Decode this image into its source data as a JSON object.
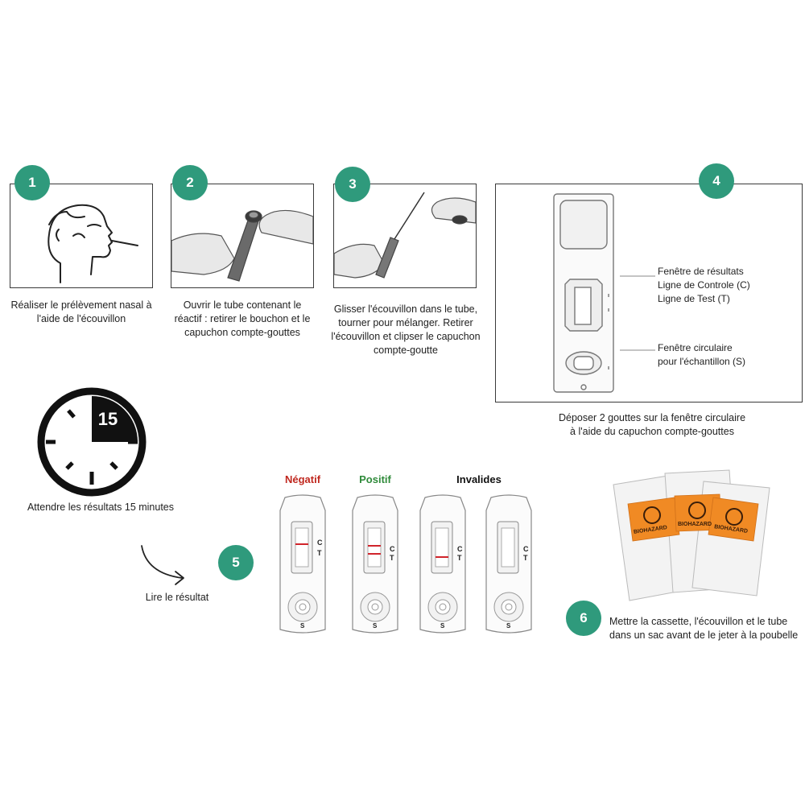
{
  "steps": [
    {
      "number": "1",
      "caption_l1": "Réaliser le prélèvement nasal à",
      "caption_l2": "l'aide de l'écouvillon"
    },
    {
      "number": "2",
      "caption_l1": "Ouvrir le tube contenant le",
      "caption_l2": "réactif : retirer le bouchon et le",
      "caption_l3": "capuchon compte-gouttes"
    },
    {
      "number": "3",
      "caption_l1": "Glisser l'écouvillon dans le tube,",
      "caption_l2": "tourner pour mélanger. Retirer",
      "caption_l3": "l'écouvillon et clipser le capuchon",
      "caption_l4": "compte-goutte"
    },
    {
      "number": "4",
      "caption_l1": "Déposer 2 gouttes sur la fenêtre circulaire",
      "caption_l2": "à l'aide du capuchon compte-gouttes",
      "label_results_l1": "Fenêtre de résultats",
      "label_results_l2": "Ligne de Controle (C)",
      "label_results_l3": "Ligne de Test (T)",
      "label_sample_l1": "Fenêtre circulaire",
      "label_sample_l2": "pour l'échantillon (S)"
    },
    {
      "number": "5",
      "caption": "Lire le résultat"
    },
    {
      "number": "6",
      "caption_l1": "Mettre la cassette, l'écouvillon et le tube",
      "caption_l2": "dans un sac avant de le jeter à la poubelle"
    }
  ],
  "timer": {
    "value": "15",
    "caption": "Attendre les résultats 15 minutes"
  },
  "results": {
    "negative": "Négatif",
    "positive": "Positif",
    "invalid": "Invalides",
    "c_letter": "C",
    "t_letter": "T",
    "s_letter": "S"
  },
  "bag": {
    "label": "BIOHAZARD"
  },
  "colors": {
    "accent": "#2f9a7c",
    "negative": "#c0281f",
    "positive": "#2f8a3a",
    "line_red": "#d0242b",
    "bag_orange": "#f08a24"
  }
}
